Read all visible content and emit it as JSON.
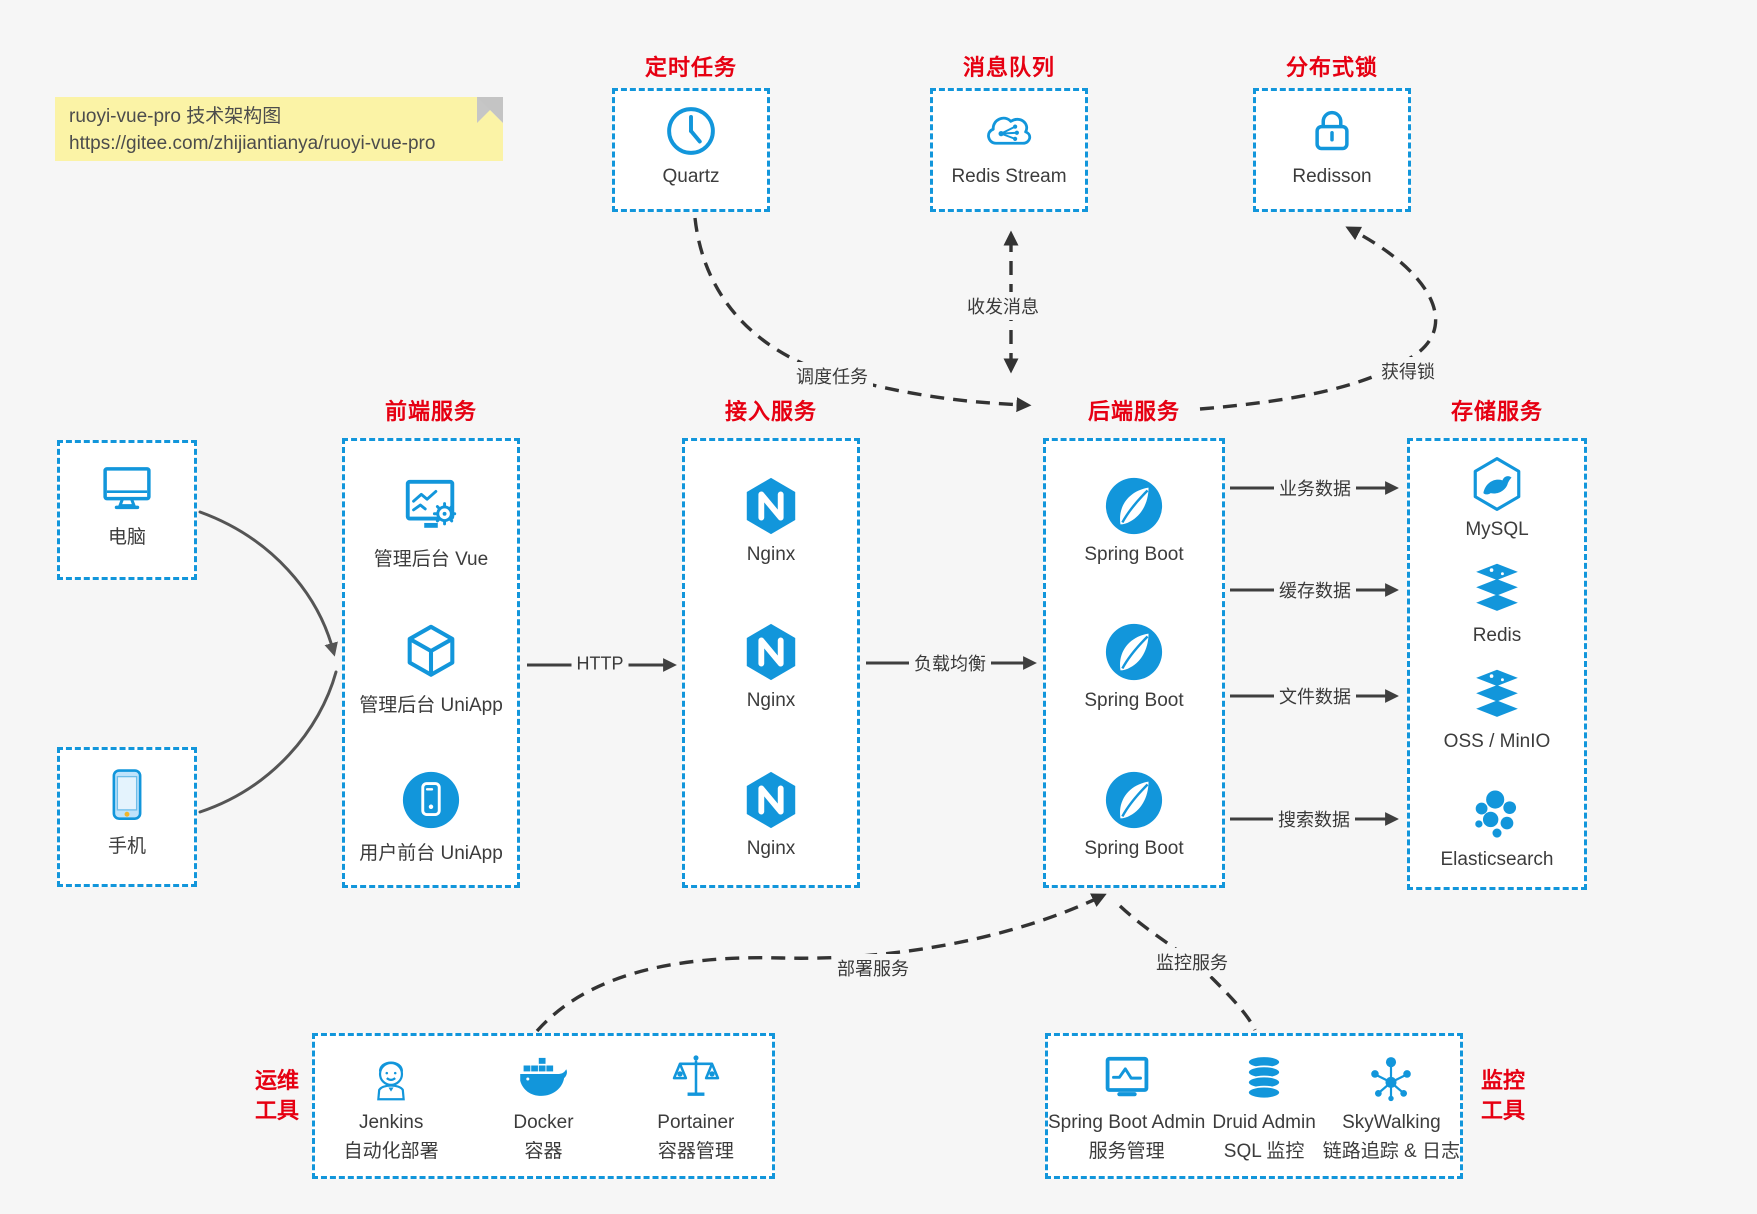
{
  "title_note": {
    "line1": "ruoyi-vue-pro 技术架构图",
    "line2": "https://gitee.com/zhijiantianya/ruoyi-vue-pro"
  },
  "colors": {
    "accent_blue": "#1296db",
    "title_red": "#e60012",
    "canvas_bg": "#f6f6f6",
    "note_bg": "#fbf3a6",
    "text_dark": "#3c3c3c"
  },
  "top_groups": [
    {
      "title": "定时任务",
      "label": "Quartz",
      "icon": "clock-icon"
    },
    {
      "title": "消息队列",
      "label": "Redis Stream",
      "icon": "cloud-stream-icon"
    },
    {
      "title": "分布式锁",
      "label": "Redisson",
      "icon": "lock-icon"
    }
  ],
  "clients": [
    {
      "label": "电脑",
      "icon": "desktop-icon"
    },
    {
      "label": "手机",
      "icon": "smartphone-icon"
    }
  ],
  "columns": [
    {
      "title": "前端服务",
      "items": [
        {
          "label": "管理后台 Vue",
          "icon": "admin-vue-icon"
        },
        {
          "label": "管理后台 UniApp",
          "icon": "uniapp-cube-icon"
        },
        {
          "label": "用户前台 UniApp",
          "icon": "user-uniapp-icon"
        }
      ]
    },
    {
      "title": "接入服务",
      "items": [
        {
          "label": "Nginx",
          "icon": "nginx-icon"
        },
        {
          "label": "Nginx",
          "icon": "nginx-icon"
        },
        {
          "label": "Nginx",
          "icon": "nginx-icon"
        }
      ]
    },
    {
      "title": "后端服务",
      "items": [
        {
          "label": "Spring Boot",
          "icon": "spring-boot-icon"
        },
        {
          "label": "Spring Boot",
          "icon": "spring-boot-icon"
        },
        {
          "label": "Spring Boot",
          "icon": "spring-boot-icon"
        }
      ]
    },
    {
      "title": "存储服务",
      "items": [
        {
          "label": "MySQL",
          "icon": "mysql-icon"
        },
        {
          "label": "Redis",
          "icon": "redis-icon"
        },
        {
          "label": "OSS / MinIO",
          "icon": "object-storage-icon"
        },
        {
          "label": "Elasticsearch",
          "icon": "elasticsearch-icon"
        }
      ]
    }
  ],
  "bottom_groups": [
    {
      "side_label": [
        "运维",
        "工具"
      ],
      "items": [
        {
          "name": "Jenkins",
          "desc": "自动化部署",
          "icon": "jenkins-icon"
        },
        {
          "name": "Docker",
          "desc": "容器",
          "icon": "docker-icon"
        },
        {
          "name": "Portainer",
          "desc": "容器管理",
          "icon": "portainer-icon"
        }
      ]
    },
    {
      "side_label": [
        "监控",
        "工具"
      ],
      "items": [
        {
          "name": "Spring Boot Admin",
          "desc": "服务管理",
          "icon": "spring-boot-admin-icon"
        },
        {
          "name": "Druid Admin",
          "desc": "SQL 监控",
          "icon": "druid-icon"
        },
        {
          "name": "SkyWalking",
          "desc": "链路追踪 & 日志",
          "icon": "skywalking-icon"
        }
      ]
    }
  ],
  "edges": {
    "http": "HTTP",
    "load_balance": "负载均衡",
    "schedule": "调度任务",
    "message": "收发消息",
    "lock": "获得锁",
    "business": "业务数据",
    "cache": "缓存数据",
    "file": "文件数据",
    "search": "搜索数据",
    "deploy": "部署服务",
    "monitor": "监控服务"
  }
}
